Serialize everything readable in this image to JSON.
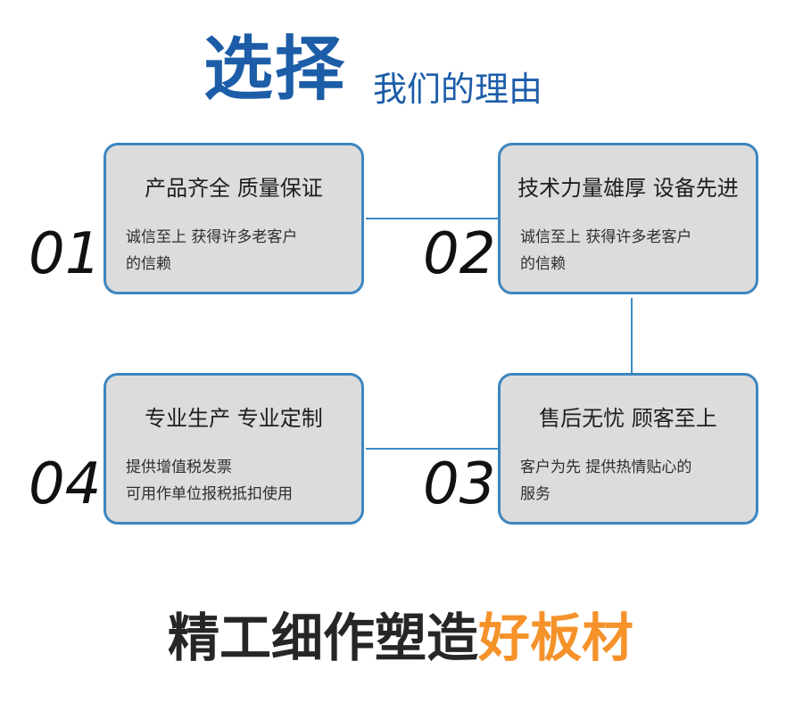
{
  "header": {
    "title_bold": "选择",
    "title_light": "我们的理由"
  },
  "cards": [
    {
      "number": "01",
      "title": "产品齐全 质量保证",
      "desc_line1": "诚信至上 获得许多老客户",
      "desc_line2": "的信赖"
    },
    {
      "number": "02",
      "title": "技术力量雄厚 设备先进",
      "desc_line1": "诚信至上 获得许多老客户",
      "desc_line2": "的信赖"
    },
    {
      "number": "03",
      "title": "售后无忧 顾客至上",
      "desc_line1": "客户为先 提供热情贴心的",
      "desc_line2": "服务"
    },
    {
      "number": "04",
      "title": "专业生产 专业定制",
      "desc_line1": "提供增值税发票",
      "desc_line2": "可用作单位报税抵扣使用"
    }
  ],
  "slogan": {
    "text_dark": "精工细作塑造",
    "text_accent": "好板材"
  },
  "colors": {
    "brand_blue": "#1d5da8",
    "card_border": "#3d86c0",
    "card_fill": "#dcdcdc",
    "accent_orange": "#f5922a"
  }
}
